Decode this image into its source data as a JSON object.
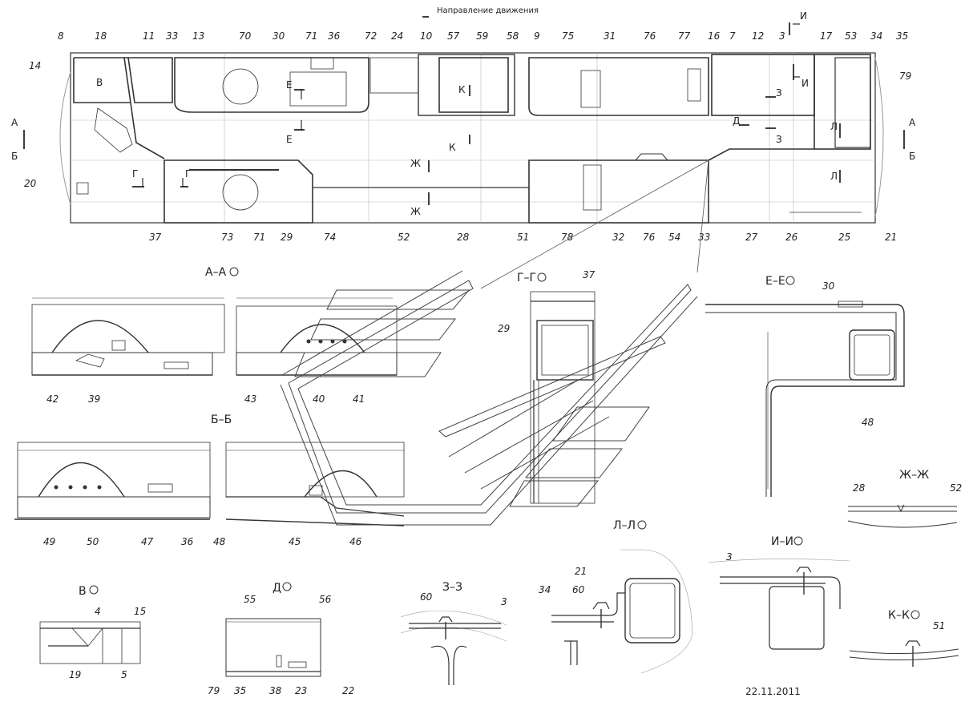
{
  "title": "Направление движения",
  "date": "22.11.2011",
  "top_callouts": [
    "8",
    "18",
    "11",
    "33",
    "13",
    "70",
    "30",
    "71",
    "36",
    "72",
    "24",
    "10",
    "57",
    "59",
    "58",
    "9",
    "75",
    "31",
    "76",
    "77",
    "16",
    "7",
    "12",
    "3",
    "17",
    "53",
    "34",
    "35"
  ],
  "bottom_callouts": [
    "37",
    "73",
    "71",
    "29",
    "74",
    "52",
    "28",
    "51",
    "78",
    "32",
    "76",
    "54",
    "33",
    "27",
    "26",
    "25",
    "21"
  ],
  "side_callouts": {
    "left_top": "14",
    "left_mid": "20",
    "right_top": "79"
  },
  "plan_section_marks": {
    "a": "А",
    "b": "Б",
    "v": "В",
    "g": "Г",
    "d": "Д",
    "e": "Е",
    "zh": "Ж",
    "z": "З",
    "i": "И",
    "k": "К",
    "l": "Л"
  },
  "views": {
    "aa": {
      "title": "А–А",
      "labels": [
        "42",
        "39",
        "43",
        "40",
        "41"
      ]
    },
    "bb": {
      "title": "Б–Б",
      "labels": [
        "49",
        "50",
        "47",
        "36",
        "48",
        "45",
        "46"
      ]
    },
    "gg": {
      "title": "Г–Г",
      "labels": [
        "37",
        "29"
      ]
    },
    "ee": {
      "title": "Е–Е",
      "labels": [
        "30",
        "48"
      ]
    },
    "zhzh": {
      "title": "Ж–Ж",
      "labels": [
        "28",
        "52"
      ]
    },
    "v": {
      "title": "В",
      "labels": [
        "4",
        "15",
        "19",
        "5"
      ]
    },
    "d": {
      "title": "Д",
      "labels": [
        "55",
        "56",
        "79",
        "35",
        "38",
        "23",
        "22"
      ]
    },
    "zz": {
      "title": "З–З",
      "labels": [
        "60",
        "3"
      ]
    },
    "ll": {
      "title": "Л–Л",
      "labels": [
        "21",
        "34",
        "60"
      ]
    },
    "ii": {
      "title": "И–И",
      "labels": [
        "3"
      ]
    },
    "kk": {
      "title": "К–К",
      "labels": [
        "51"
      ]
    }
  }
}
